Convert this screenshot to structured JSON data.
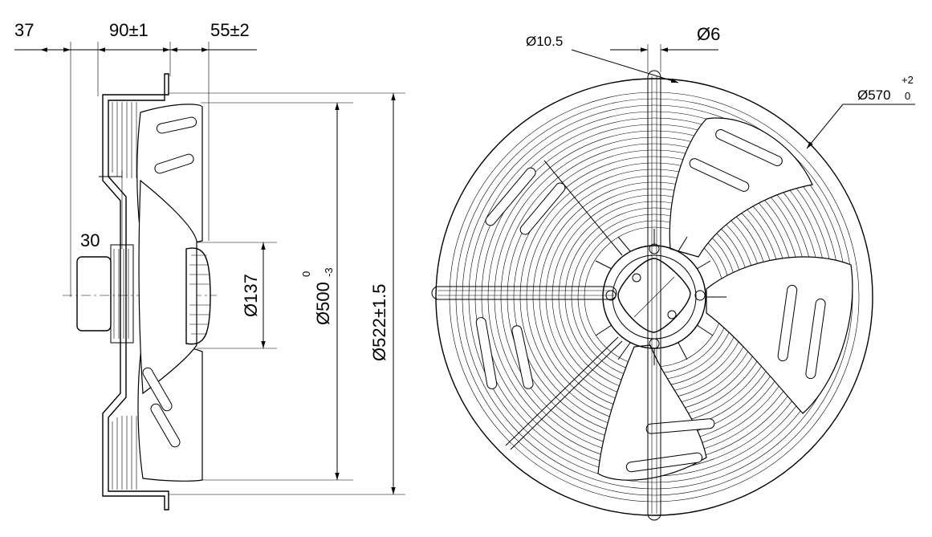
{
  "dimensions": {
    "d37": "37",
    "d90": "90±1",
    "d55": "55±2",
    "d30": "30",
    "dia137": "Ø137",
    "dia500": "Ø500",
    "dia500_tol_upper": "0",
    "dia500_tol_lower": "-3",
    "dia522": "Ø522±1.5",
    "dia10_5": "Ø10.5",
    "dia6": "Ø6",
    "dia570": "Ø570",
    "dia570_tol_upper": "+2",
    "dia570_tol_lower": "0"
  },
  "views": {
    "side": "side-view",
    "front": "front-view"
  }
}
